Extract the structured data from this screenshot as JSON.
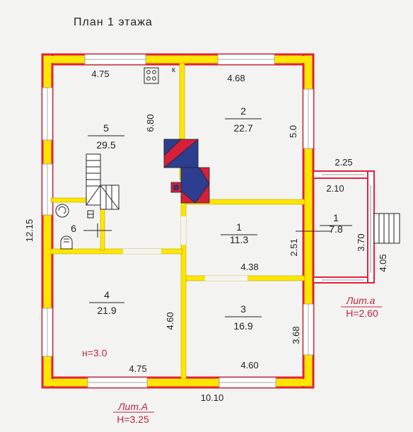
{
  "title": "План 1 этажа",
  "colors": {
    "outer_wall": "#ffe600",
    "wall_outline": "#e3213a",
    "interior_wall": "#ffe600",
    "window": "#ffffff",
    "chimney_red": "#d6203a",
    "chimney_blue": "#2d3d8f",
    "annotation_red": "#c0243a",
    "background": "#f3f4f2"
  },
  "icons": [
    "stove-icon",
    "boiler-icon",
    "toilet-icon",
    "stair-icon",
    "porch-steps-icon"
  ],
  "rooms": [
    {
      "id": "5",
      "area": "29.5"
    },
    {
      "id": "2",
      "area": "22.7"
    },
    {
      "id": "1",
      "area": "11.3"
    },
    {
      "id": "6",
      "area": ""
    },
    {
      "id": "4",
      "area": "21.9"
    },
    {
      "id": "3",
      "area": "16.9"
    },
    {
      "id": "1",
      "area": "7.8"
    }
  ],
  "dimensions": {
    "room5_width": "4.75",
    "room5_height": "6.80",
    "room2_width": "4.68",
    "room2_height": "5.0",
    "room1_depth": "2.51",
    "room1_width": "4.38",
    "room4_height": "4.60",
    "room4_width": "4.75",
    "room3_height": "3.68",
    "room3_width": "4.60",
    "total_height": "12.15",
    "total_width": "10.10",
    "veranda_width_top": "2.25",
    "veranda_width_inner": "2.10",
    "veranda_depth_inner": "3.70",
    "veranda_depth_outer": "4.05",
    "stair_marker": "к"
  },
  "annotations": {
    "room4_height_note": "н=3.0",
    "lit_a_main_name": "Лит.А",
    "lit_a_main_height": "Н=3.25",
    "lit_a_porch_name": "Лит.а",
    "lit_a_porch_height": "Н=2.60"
  }
}
